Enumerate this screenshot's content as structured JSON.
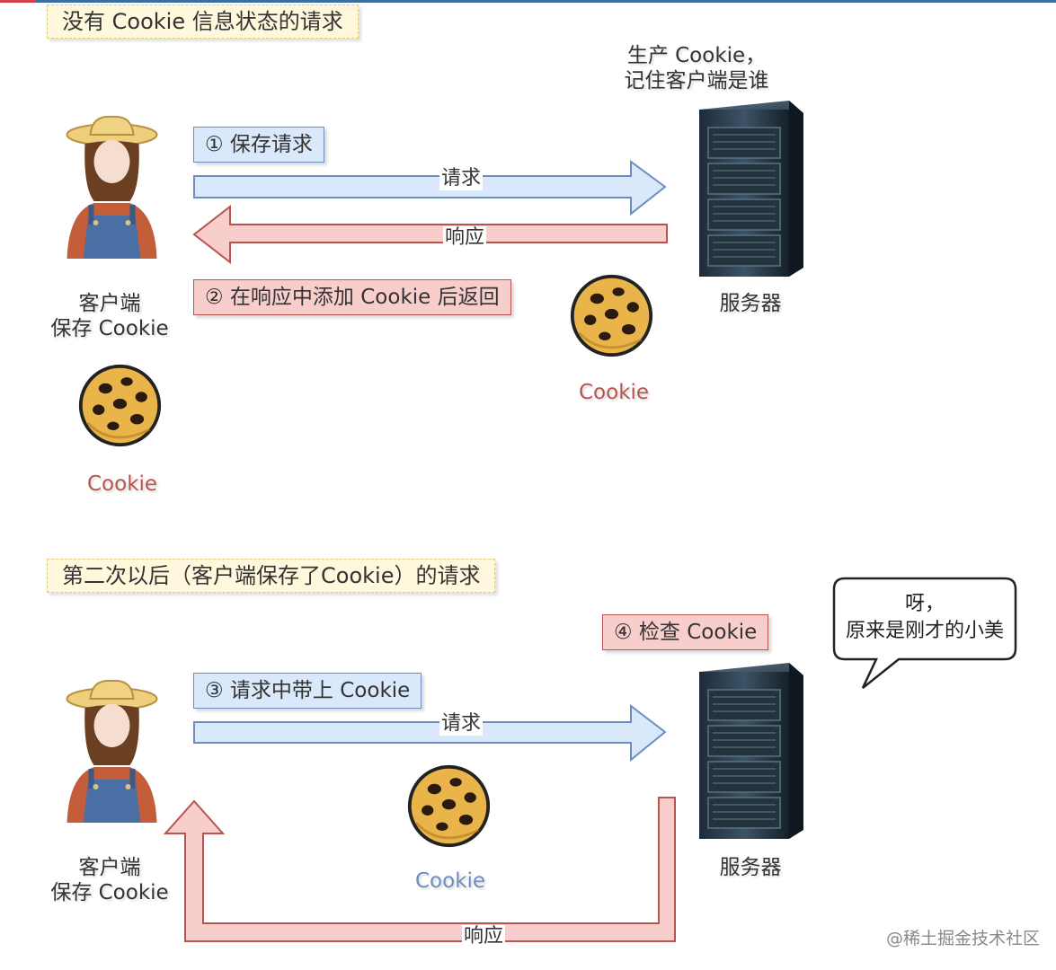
{
  "top_section": {
    "title": "没有 Cookie 信息状态的请求",
    "server_note_line1": "生产 Cookie，",
    "server_note_line2": "记住客户端是谁",
    "step1": "① 保存请求",
    "request_label": "请求",
    "response_label": "响应",
    "step2": "② 在响应中添加 Cookie 后返回",
    "client_label_line1": "客户端",
    "client_label_line2": "保存 Cookie",
    "server_label": "服务器",
    "cookie_label_client": "Cookie",
    "cookie_label_server": "Cookie"
  },
  "bottom_section": {
    "title": "第二次以后（客户端保存了Cookie）的请求",
    "step4": "④ 检查 Cookie",
    "bubble_line1": "呀，",
    "bubble_line2": "原来是刚才的小美",
    "step3": "③ 请求中带上 Cookie",
    "request_label": "请求",
    "response_label": "响应",
    "client_label_line1": "客户端",
    "client_label_line2": "保存 Cookie",
    "server_label": "服务器",
    "cookie_label": "Cookie"
  },
  "watermark": "@稀土掘金技术社区",
  "colors": {
    "request_fill": "#dae8fc",
    "request_stroke": "#6c8ebf",
    "response_fill": "#f8cecc",
    "response_stroke": "#b85450",
    "note_fill": "#fff8dc",
    "cookie_red": "#b85450",
    "cookie_blue": "#6c8ebf"
  },
  "icons": [
    "client-person-icon",
    "server-rack-icon",
    "cookie-icon",
    "speech-bubble-icon"
  ]
}
